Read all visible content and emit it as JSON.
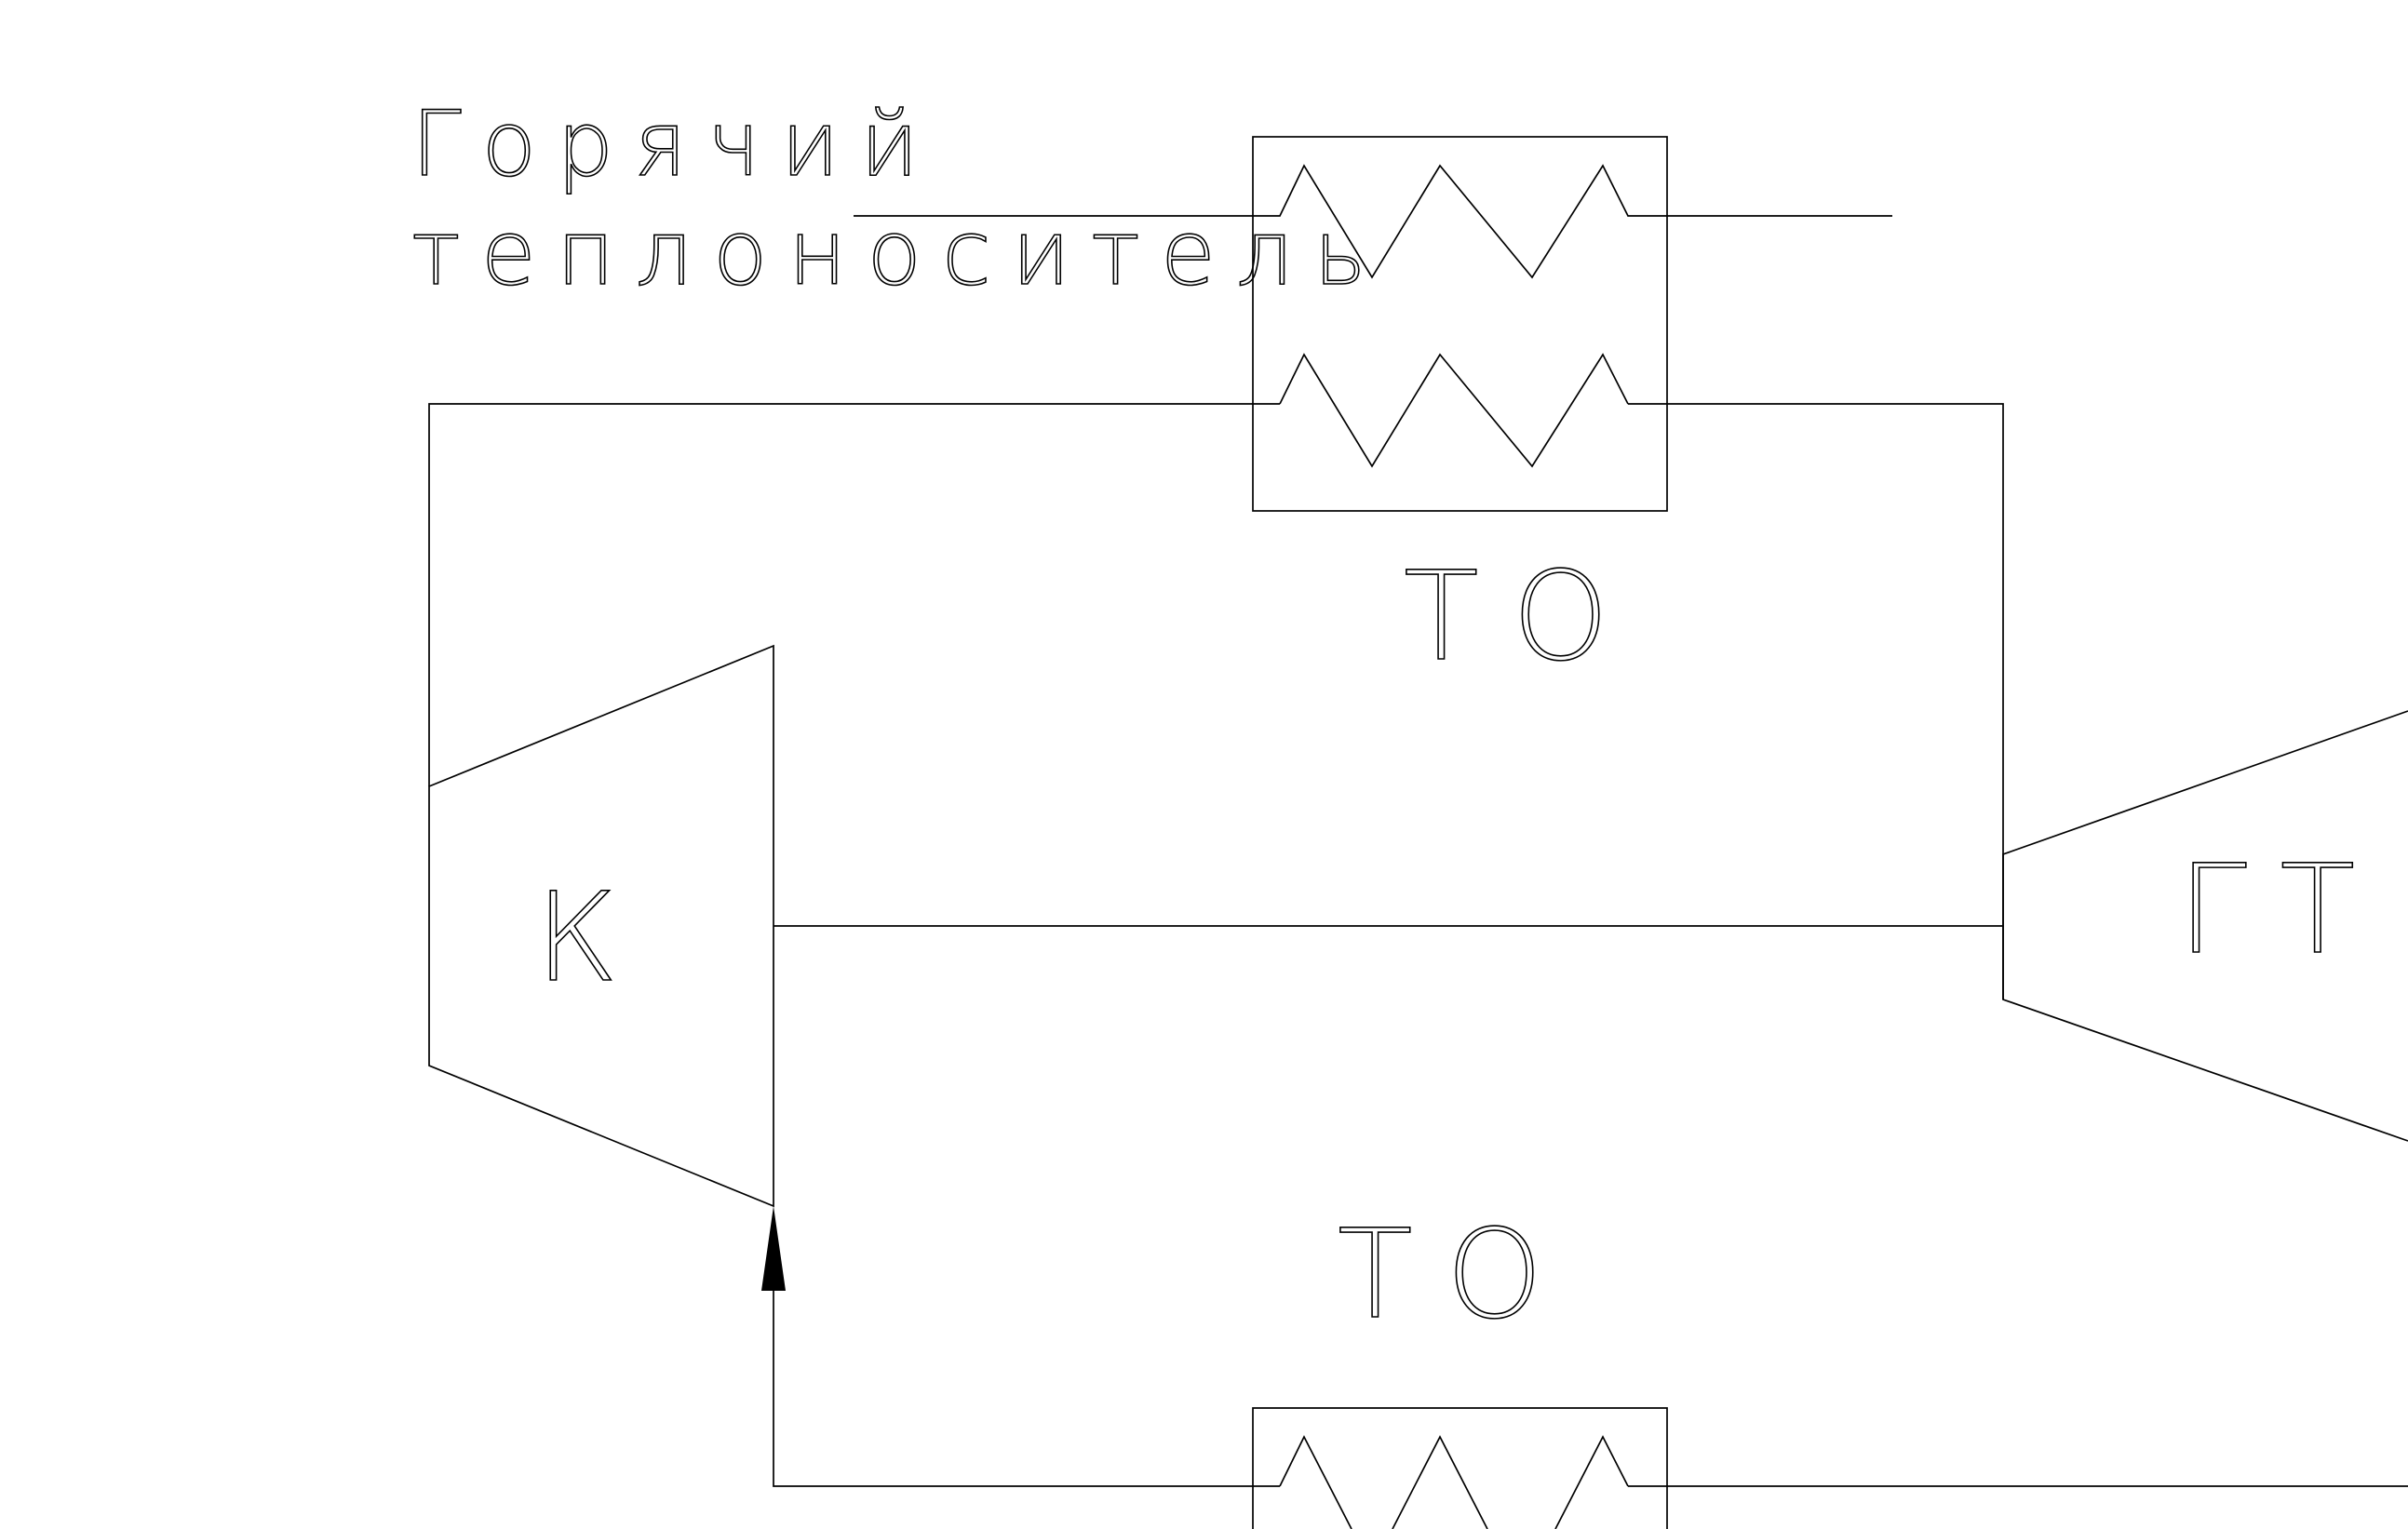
{
  "labels": {
    "hot_fluid_line1": "Горячий",
    "hot_fluid_line2": "теплоноситель",
    "heat_exchanger_top": "ТО",
    "heat_exchanger_bottom": "ТО",
    "compressor": "К",
    "gas_turbine": "ГТ"
  },
  "colors": {
    "line": "#000000",
    "background": "#ffffff"
  }
}
